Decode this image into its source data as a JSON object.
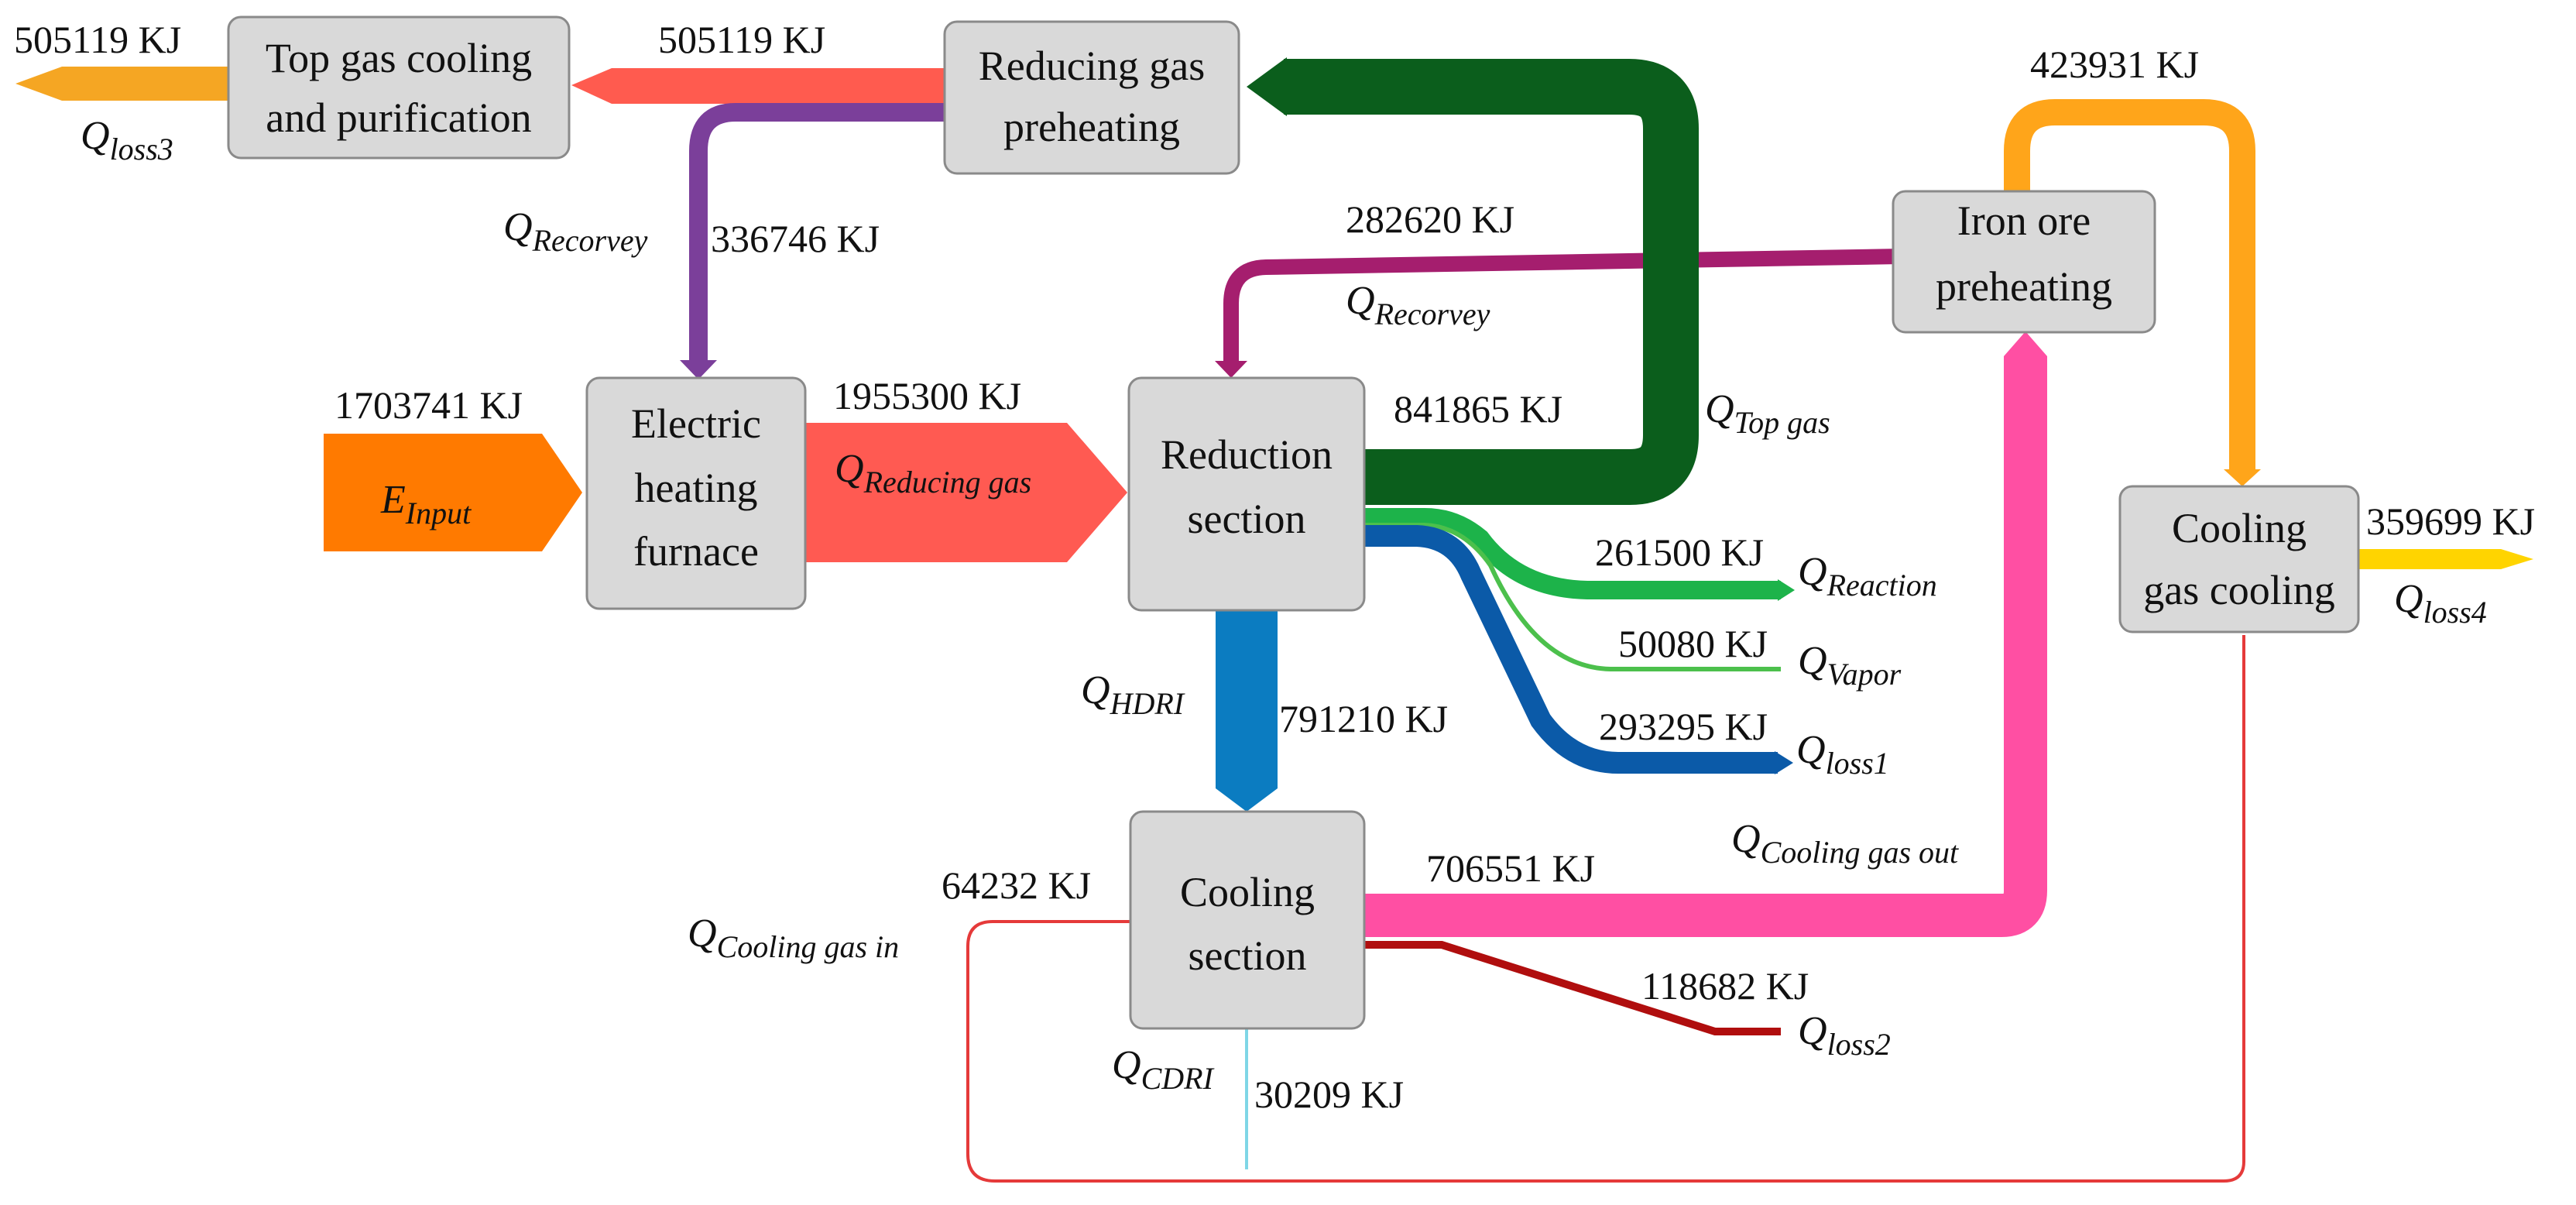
{
  "colors": {
    "node_fill": "#d9d9d9",
    "top_gas_cooling": "#f5a623",
    "top_gas": "#ff5b4f",
    "recovery1": "#7b3f9a",
    "recovery2": "#a51e6e",
    "energy_input": "#ff7a00",
    "reducing_gas": "#ff5a52",
    "top_gas_return": "#0b5e1c",
    "reaction": "#1db34a",
    "vapor": "#4cc04c",
    "loss1": "#0b5aa8",
    "hdri": "#0b7cc1",
    "cooling_gas_out": "#ff4fa3",
    "loss2": "#b00e0e",
    "cdri": "#7fd6e6",
    "cooling_gas_loop": "#e53a3a",
    "iron_ore_to_cooler": "#ffa51a",
    "loss4": "#ffd400"
  },
  "nodes": {
    "top_gas_cooling": [
      "Top gas cooling",
      "and purification"
    ],
    "reducing_gas_preheating": [
      "Reducing gas",
      "preheating"
    ],
    "electric_heating_furnace": [
      "Electric",
      "heating",
      "furnace"
    ],
    "reduction_section": [
      "Reduction",
      "section"
    ],
    "iron_ore_preheating": [
      "Iron ore",
      "preheating"
    ],
    "cooling_gas_cooling": [
      "Cooling",
      "gas cooling"
    ],
    "cooling_section": [
      "Cooling",
      "section"
    ]
  },
  "flows": {
    "loss3_value": "505119 KJ",
    "top_gas_value": "505119 KJ",
    "recovery1_value": "336746 KJ",
    "recovery2_value": "282620 KJ",
    "input_value": "1703741 KJ",
    "reducing_gas_value": "1955300 KJ",
    "top_gas_return_value": "841865 KJ",
    "reaction_value": "261500 KJ",
    "vapor_value": "50080 KJ",
    "loss1_value": "293295 KJ",
    "hdri_value": "791210 KJ",
    "cooling_gas_out_value": "706551 KJ",
    "cooling_gas_in_value": "64232 KJ",
    "loss2_value": "118682 KJ",
    "cdri_value": "30209 KJ",
    "iron_ore_value": "423931 KJ",
    "loss4_value": "359699 KJ"
  },
  "labels": {
    "q": "Q",
    "e": "E",
    "loss3": "loss3",
    "recovery": "Recorvey",
    "input": "Input",
    "reducing_gas": "Reducing gas",
    "top_gas": "Top gas",
    "reaction": "Reaction",
    "vapor": "Vapor",
    "loss1": "loss1",
    "hdri": "HDRI",
    "cooling_gas_out": "Cooling gas out",
    "cooling_gas_in": "Cooling gas in",
    "loss2": "loss2",
    "cdri": "CDRI",
    "loss4": "loss4"
  }
}
